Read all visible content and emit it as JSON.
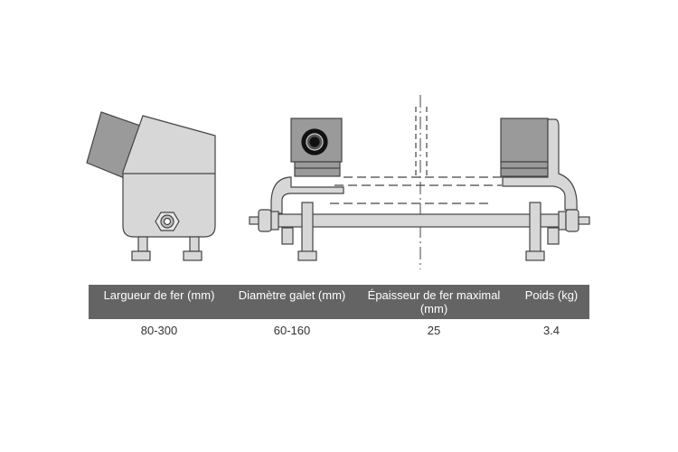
{
  "colors": {
    "header_bg": "#646464",
    "header_text": "#ffffff",
    "body_text": "#333333",
    "part_fill": "#d7d7d7",
    "block_fill": "#9a9a9a",
    "outline": "#444444"
  },
  "figure": {
    "icons": [
      "side-view-icon",
      "front-view-icon"
    ]
  },
  "spec_table": {
    "headers": [
      "Largueur de fer (mm)",
      "Diamètre galet (mm)",
      "Épaisseur de fer maximal (mm)",
      "Poids (kg)"
    ],
    "values": [
      "80-300",
      "60-160",
      "25",
      "3.4"
    ]
  }
}
